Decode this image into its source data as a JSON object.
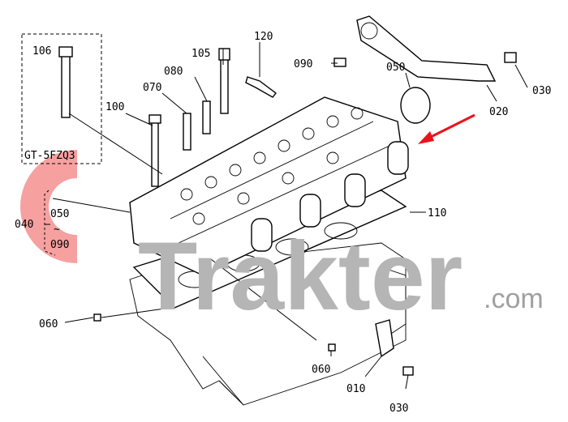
{
  "diagram": {
    "title": "Cylinder head parts diagram",
    "callouts": {
      "c106": "106",
      "kit_code": "GT-5FZQ3",
      "c120": "120",
      "c105": "105",
      "c080": "080",
      "c070": "070",
      "c100": "100",
      "c090_top": "090",
      "c050_top": "050",
      "c020": "020",
      "c030_top": "030",
      "c040": "040",
      "c050_left": "050",
      "tilde": "~",
      "c090_left": "090",
      "c110": "110",
      "c060_left": "060",
      "c060_bottom": "060",
      "c010": "010",
      "c030_bottom": "030"
    },
    "watermark": {
      "text": "Trakter",
      "suffix": ".com",
      "logo_color": "#f28a8a",
      "text_color": "#9a9a9a"
    },
    "arrow_color": "#e8141c"
  }
}
